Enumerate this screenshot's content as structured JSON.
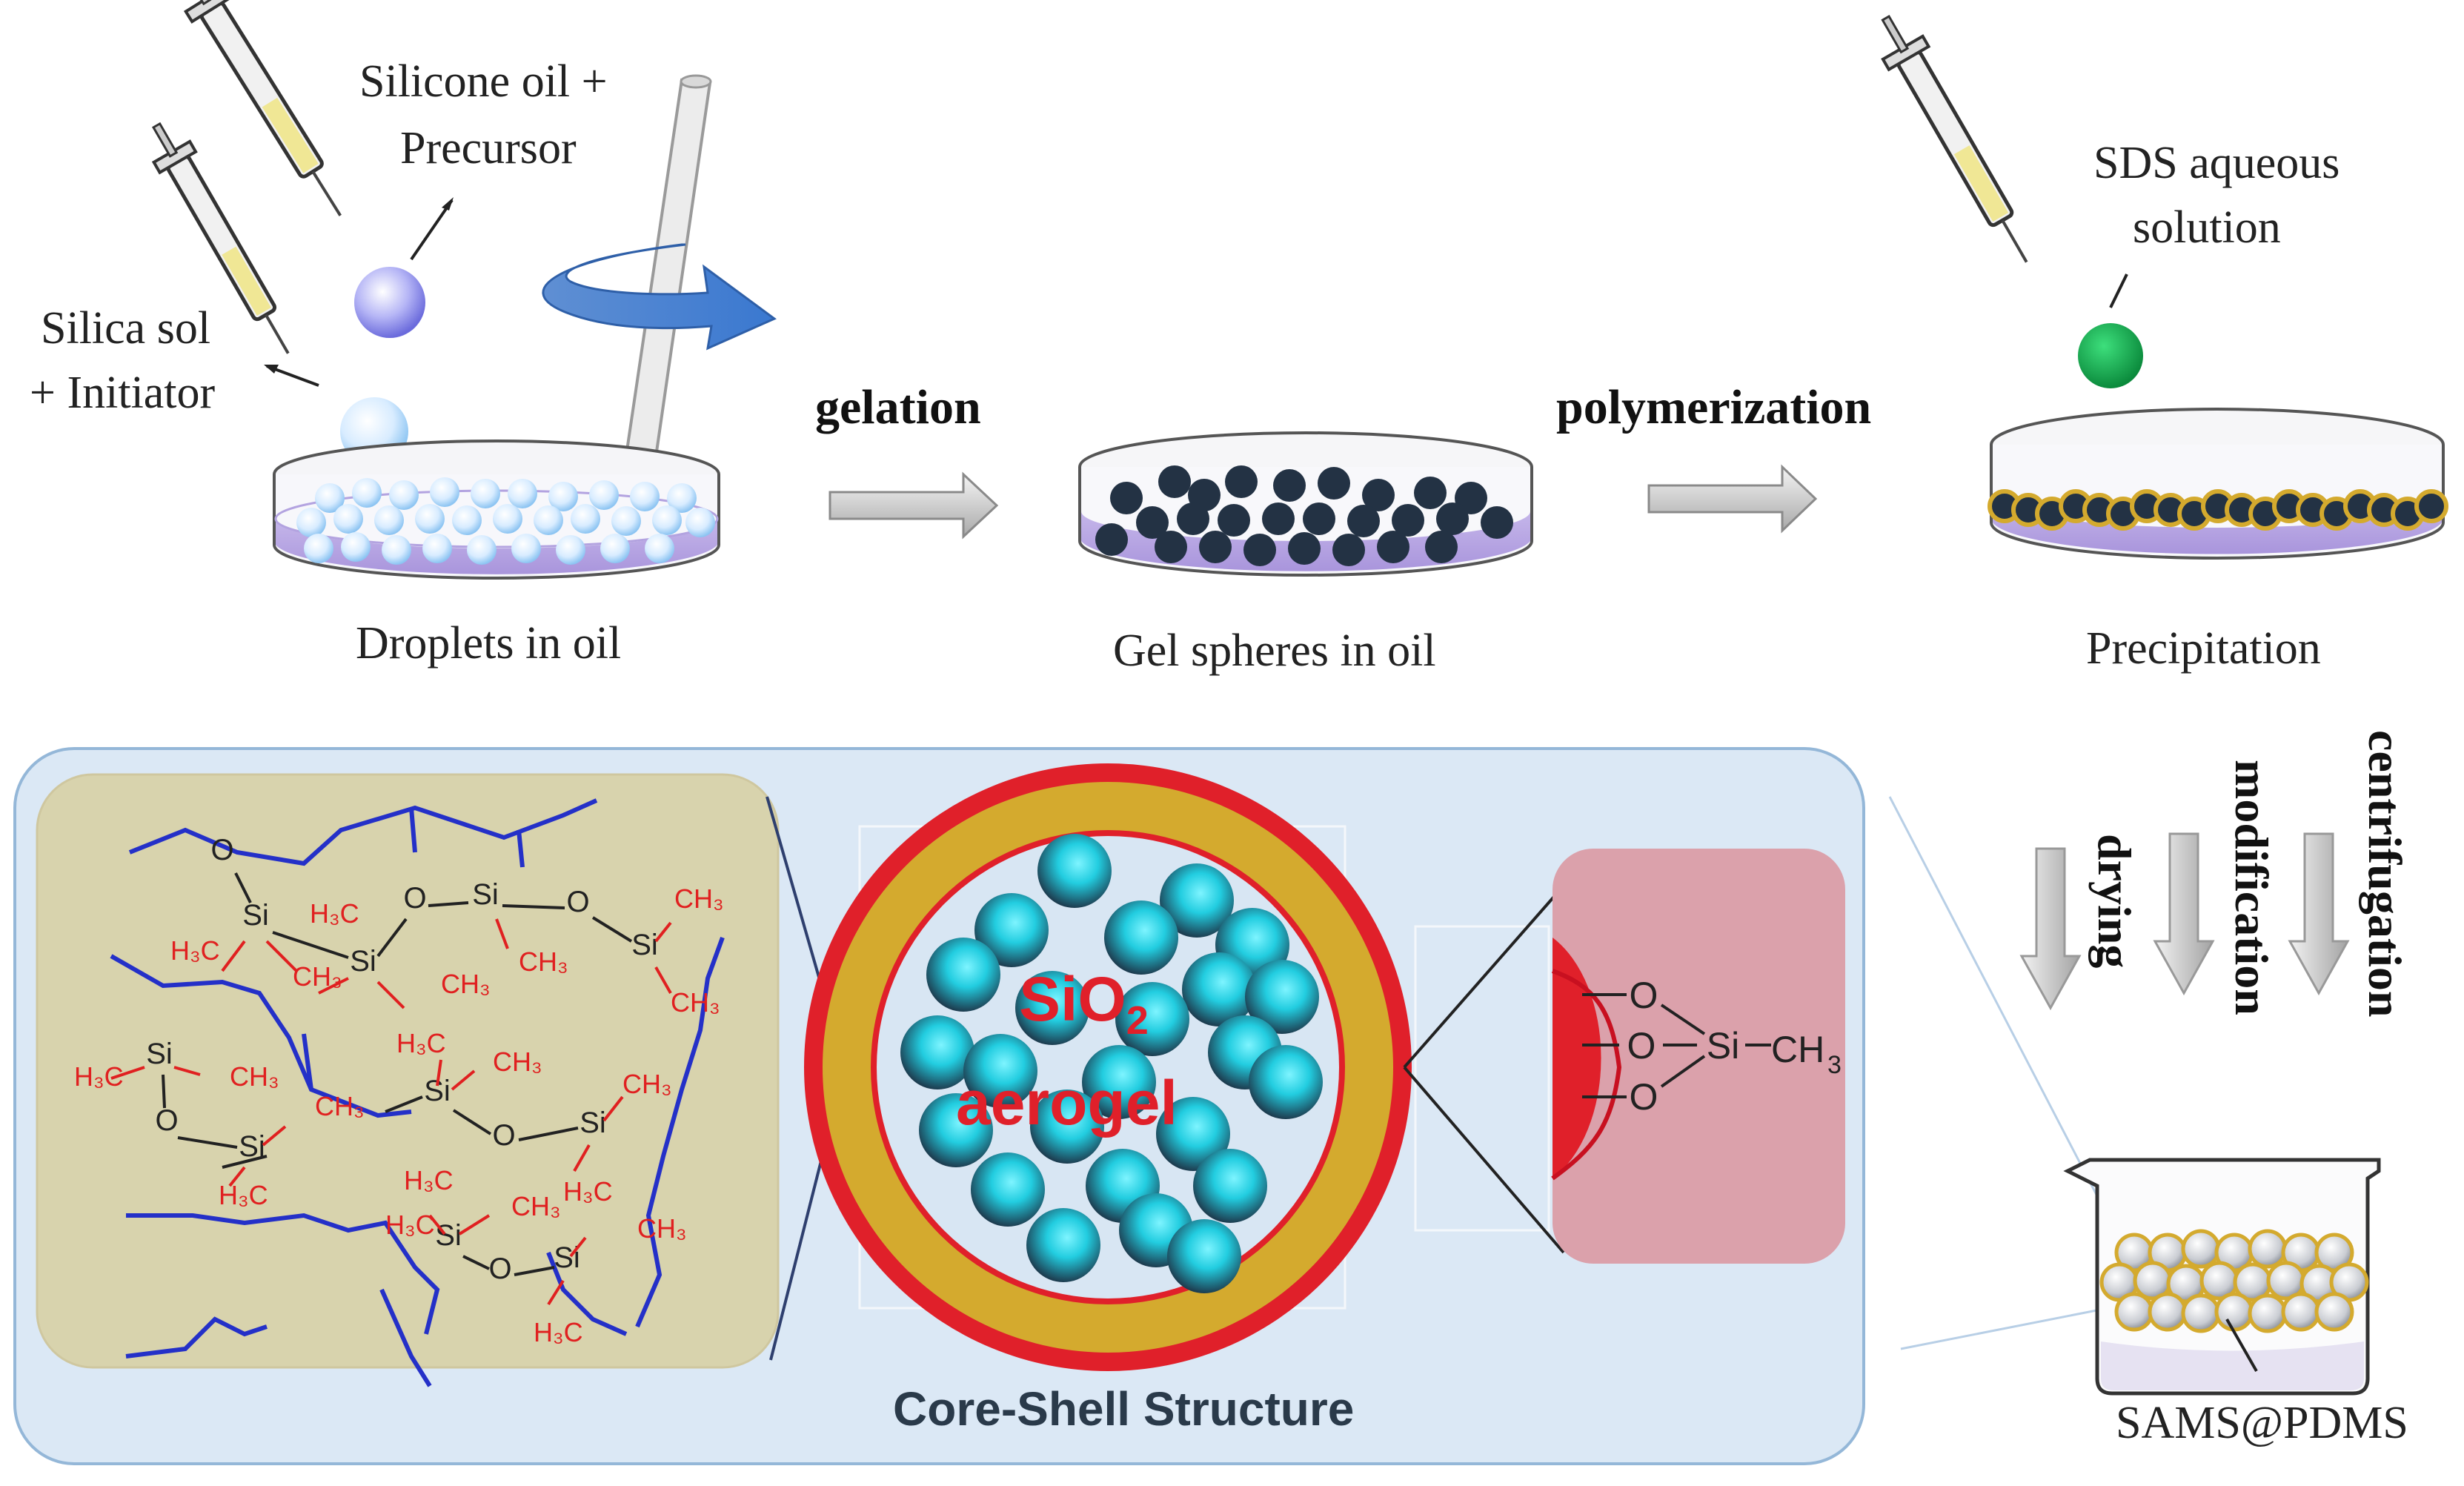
{
  "labels": {
    "silicone_oil": "Silicone oil +",
    "precursor": "Precursor",
    "silica_sol": "Silica sol",
    "initiator": "+ Initiator",
    "droplets": "Droplets in oil",
    "gelation": "gelation",
    "gel_spheres": "Gel spheres in oil",
    "polymerization": "polymerization",
    "sds": "SDS aqueous",
    "solution": "solution",
    "precipitation": "Precipitation",
    "centrifugation": "centrifugation",
    "modification": "modification",
    "drying": "drying",
    "sams": "SAMS@PDMS",
    "core_shell": "Core-Shell Structure",
    "sio2_a": "SiO",
    "sio2_b": "2",
    "aerogel": "aerogel"
  },
  "colors": {
    "shell_red": "#e0202a",
    "shell_gold": "#d4aa2e",
    "panel_blue": "#dbe8f5",
    "network_bg": "#d8d3ad",
    "chain_blue": "#2430c8",
    "chem_red": "#e02020",
    "surface_pink": "#dba1ab",
    "sphere_teal": "#2fd6e6",
    "gel_sphere": "#233244",
    "sds_green": "#11a34a"
  }
}
